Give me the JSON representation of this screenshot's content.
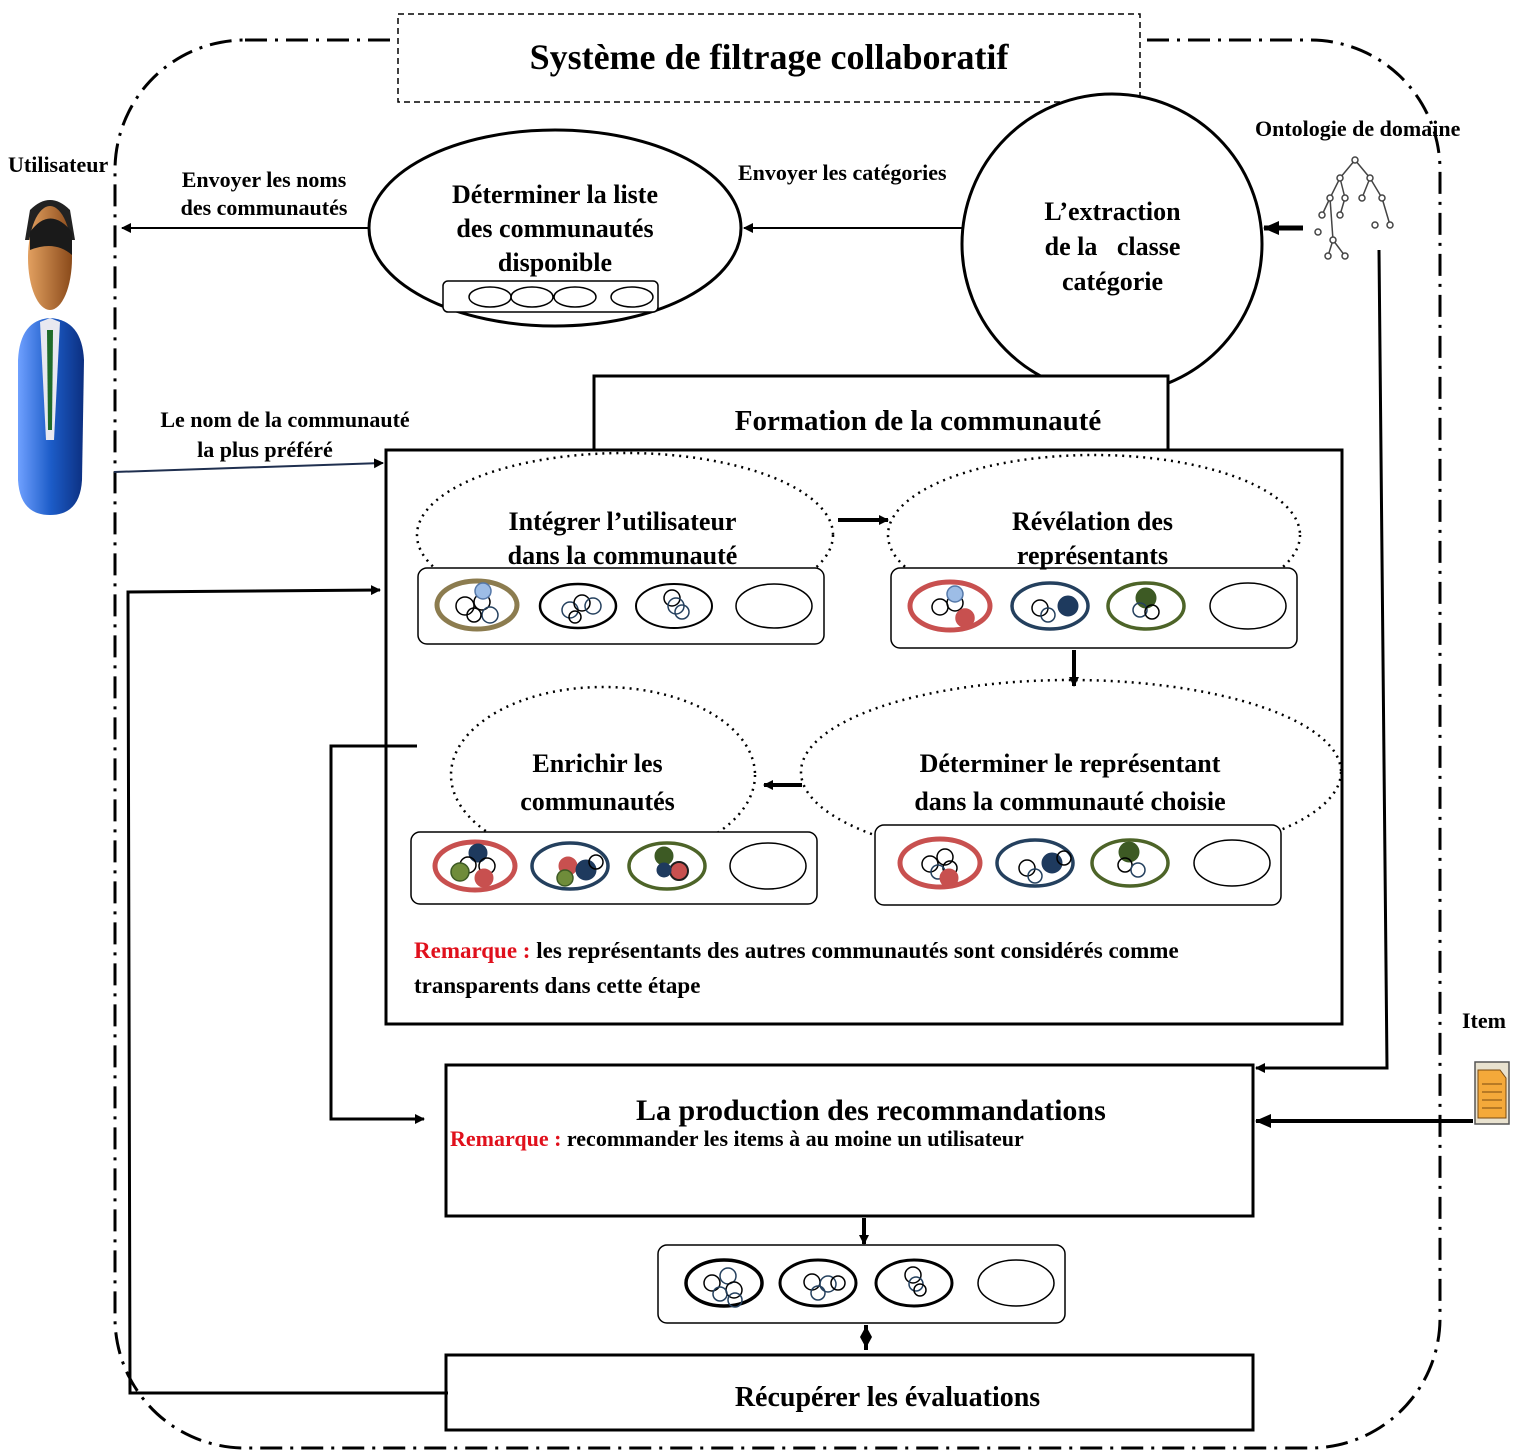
{
  "title": "Système de filtrage collaboratif",
  "actors": {
    "user": "Utilisateur",
    "ontology": "Ontologie de domaine",
    "item": "Item"
  },
  "flows": {
    "send_names_1": "Envoyer les noms",
    "send_names_2": "des communautés",
    "send_categories": "Envoyer les catégories",
    "preferred_1": "Le nom de la communauté",
    "preferred_2": "la plus préféré"
  },
  "processes": {
    "determine_list_1": "Déterminer la liste",
    "determine_list_2": "des communautés",
    "determine_list_3": "disponible",
    "extraction_1": "L’extraction",
    "extraction_2": "de la   classe",
    "extraction_3": "catégorie"
  },
  "formation": {
    "title": "Formation de la communauté",
    "integrate_1": "Intégrer l’utilisateur",
    "integrate_2": "dans la communauté",
    "reveal_1": "Révélation des",
    "reveal_2": "représentants",
    "enrich_1": "Enrichir les",
    "enrich_2": "communautés",
    "determine_rep_1": "Déterminer le représentant",
    "determine_rep_2": "dans la communauté choisie",
    "remark_label": "Remarque :",
    "remark_text_1": " les représentants des autres communautés sont considérés comme",
    "remark_text_2": "transparents dans cette étape"
  },
  "production": {
    "title": "La production des recommandations",
    "remark_label": "Remarque :",
    "remark_text": " recommander les items à au moine un utilisateur"
  },
  "evaluations": {
    "title": "Récupérer les évaluations"
  },
  "colors": {
    "red_ring": "#c8504f",
    "blue_ring": "#24405e",
    "green_ring": "#4d6428",
    "khaki_ring": "#8c7c4f",
    "remark_red": "#e0101c",
    "user_suit": "#1c5cc8"
  }
}
